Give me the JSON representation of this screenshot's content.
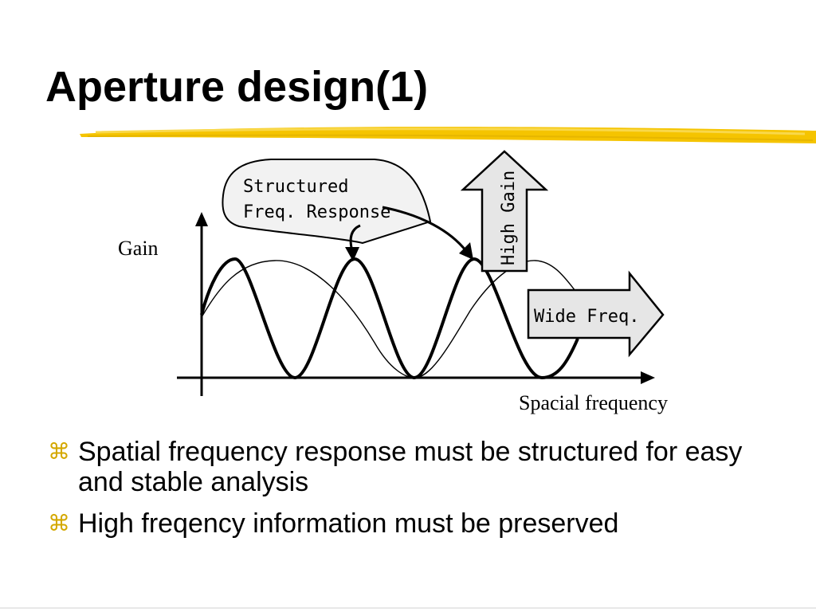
{
  "slide": {
    "title": "Aperture design(1)"
  },
  "diagram": {
    "callout_line1": "Structured",
    "callout_line2": "Freq. Response",
    "arrow_up_label": "High Gain",
    "arrow_right_label": "Wide Freq.",
    "y_axis_label": "Gain",
    "x_axis_label": "Spacial frequency"
  },
  "bullets": [
    {
      "marker": "⌘",
      "text": "Spatial frequency response must be structured for easy and stable analysis"
    },
    {
      "marker": "⌘",
      "text": "High freqency information must be preserved"
    }
  ],
  "colors": {
    "accent_underline": "#f5c400",
    "bullet_marker": "#d4a800"
  }
}
